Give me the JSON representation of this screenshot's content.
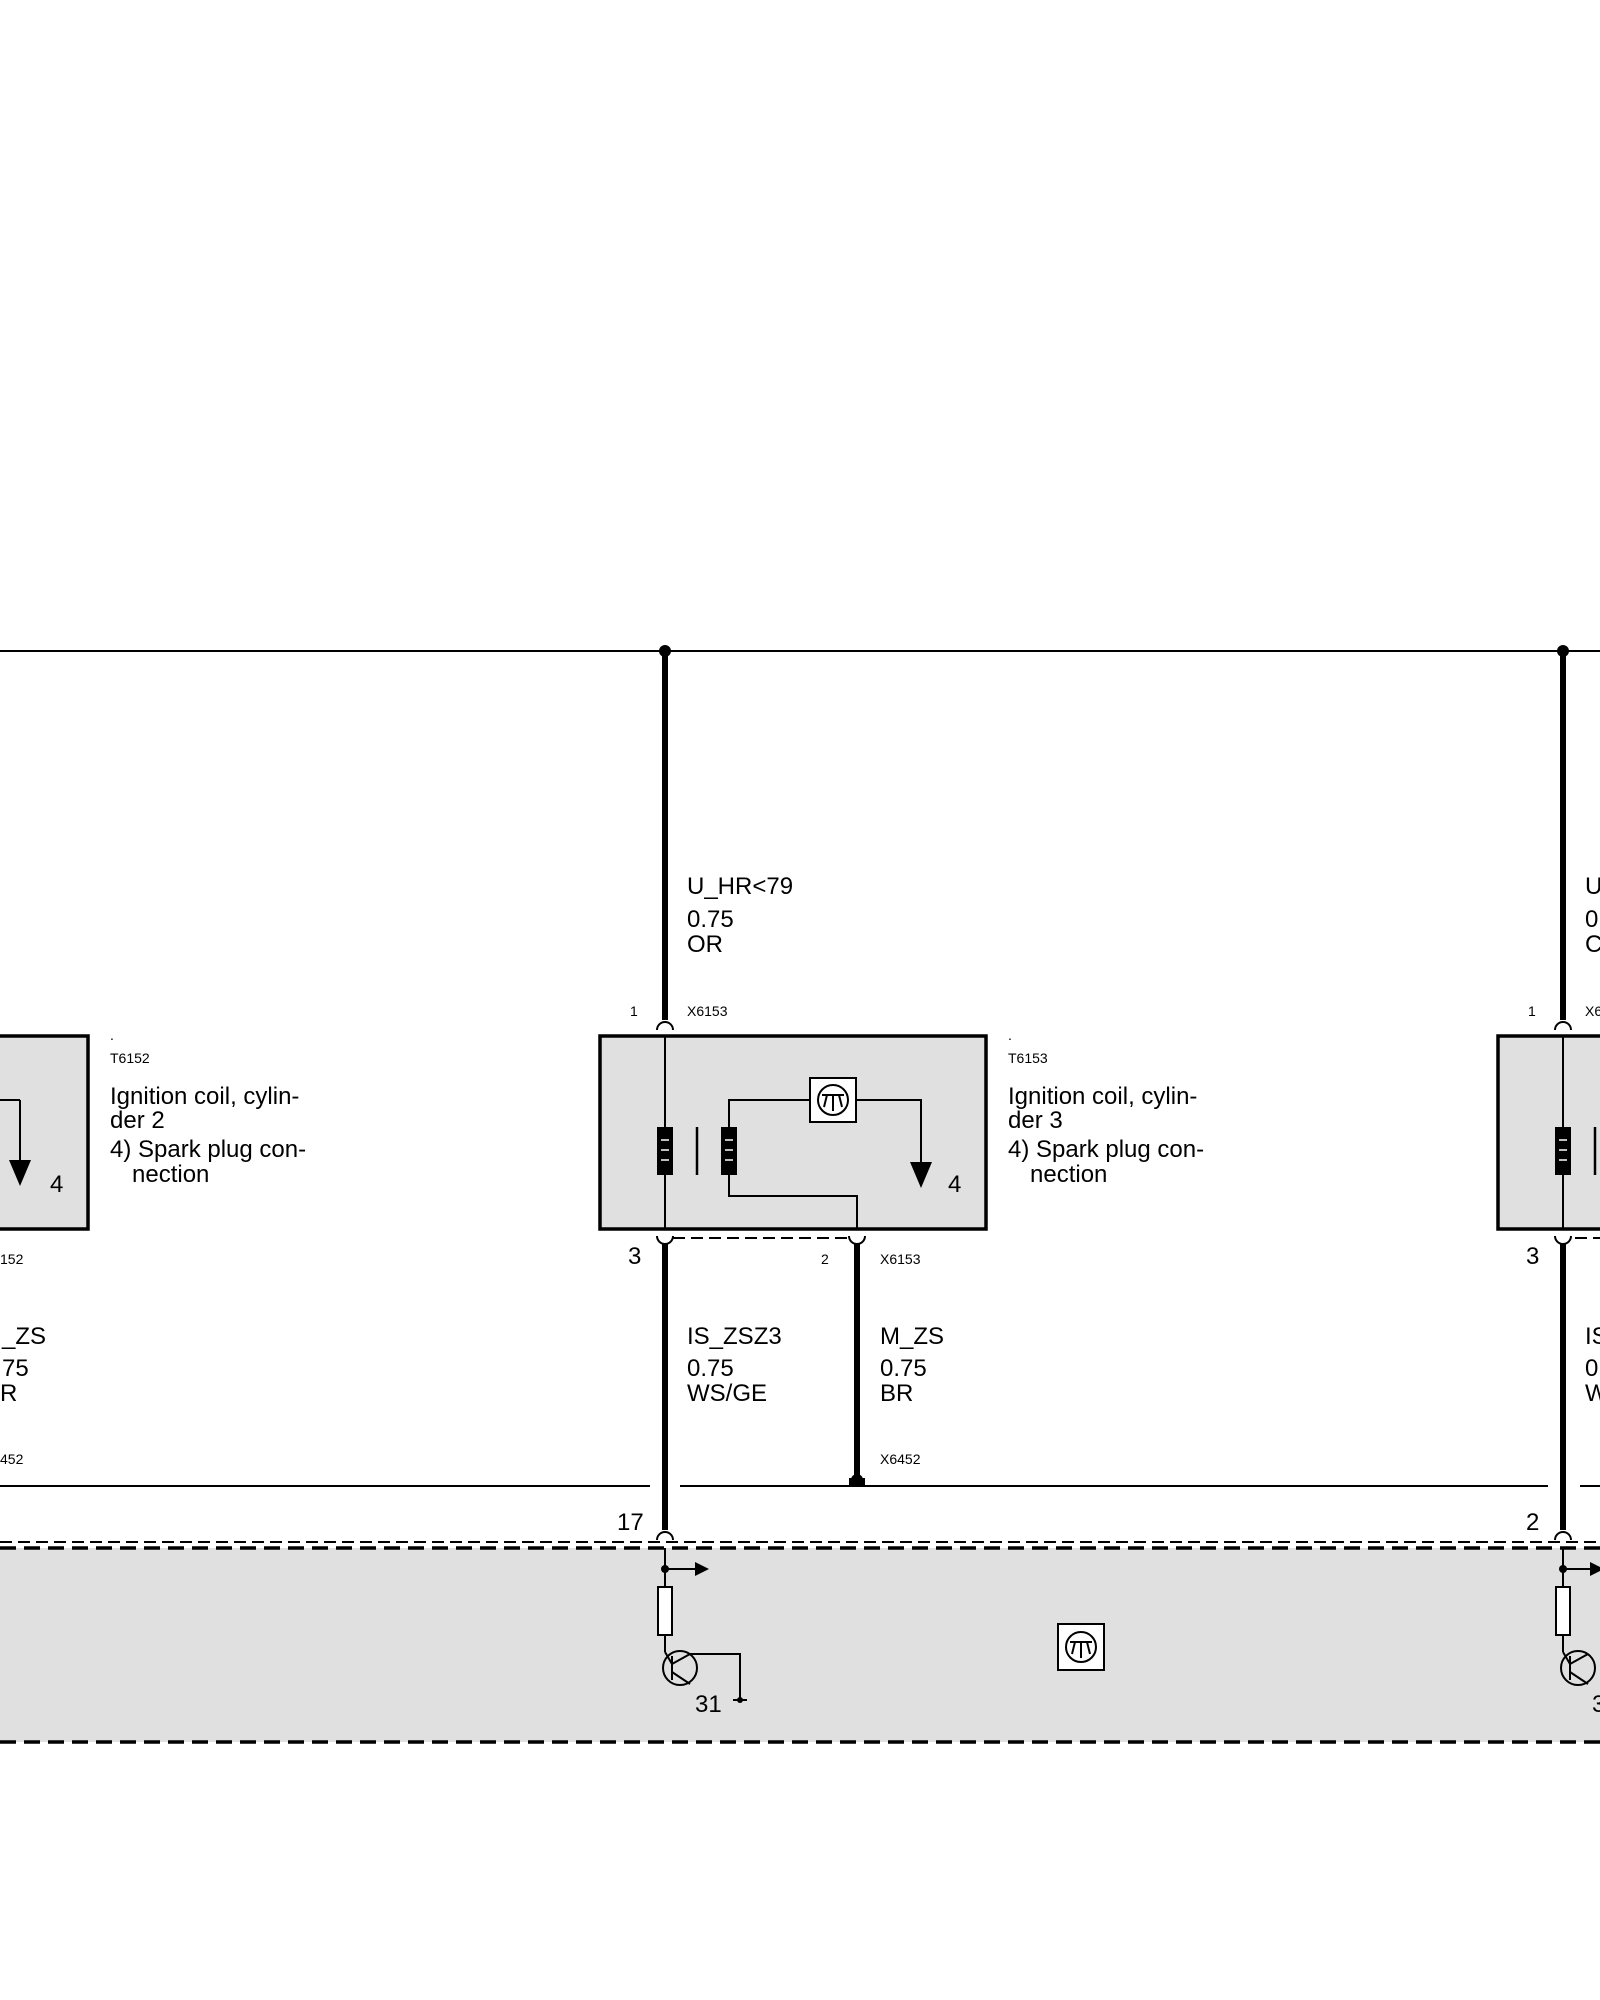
{
  "colors": {
    "component_fill": "#e0e0e0",
    "line": "#000000",
    "background": "#ffffff"
  },
  "coil_left": {
    "dot": ".",
    "id": "T6152",
    "desc_line1": "Ignition coil, cylin-",
    "desc_line2": "der 2",
    "desc_line3": "4) Spark plug con-",
    "desc_line4": "nection",
    "pin_out": "4",
    "connector_bottom_partial": "152",
    "ground_signal_partial": "_ZS",
    "ground_size_partial": "75",
    "ground_color_partial": "R",
    "ground_connector_partial": "452"
  },
  "coil_center": {
    "supply_signal": "U_HR<79",
    "supply_size": "0.75",
    "supply_color": "OR",
    "pin_supply": "1",
    "connector_top": "X6153",
    "dot": ".",
    "id": "T6153",
    "desc_line1": "Ignition coil, cylin-",
    "desc_line2": "der 3",
    "desc_line3": "4) Spark plug con-",
    "desc_line4": "nection",
    "pin_out": "4",
    "pin_signal": "3",
    "pin_ground": "2",
    "connector_bottom": "X6153",
    "signal_name": "IS_ZSZ3",
    "signal_size": "0.75",
    "signal_color": "WS/GE",
    "ground_name": "M_ZS",
    "ground_size": "0.75",
    "ground_color": "BR",
    "ground_connector": "X6452",
    "dme_pin": "17",
    "dme_ground_ref": "31"
  },
  "coil_right": {
    "supply_signal_partial": "U",
    "supply_size_partial": "0",
    "supply_color_partial": "C",
    "pin_supply": "1",
    "connector_top_partial": "X6",
    "pin_signal": "3",
    "signal_name_partial": "IS",
    "signal_size_partial": "0",
    "signal_color_partial": "W",
    "dme_pin": "2",
    "dme_ground_ref_partial": "3"
  }
}
